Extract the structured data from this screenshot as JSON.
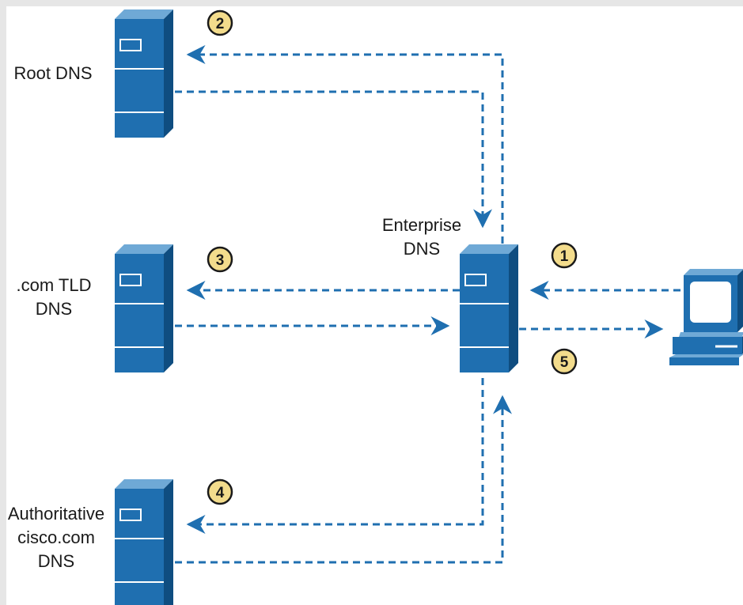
{
  "colors": {
    "server_front": "#1f6fb0",
    "server_side": "#0f4d80",
    "server_top": "#6fa9d6",
    "arrow": "#1f6fb0",
    "step_badge": "#f3dc8c",
    "page_background": "#e6e6e6",
    "canvas": "#ffffff"
  },
  "servers": {
    "root": {
      "label_line1": "Root DNS",
      "icon": "server-icon"
    },
    "tld": {
      "label_line1": ".com TLD",
      "label_line2": "DNS",
      "icon": "server-icon"
    },
    "enterprise": {
      "label_line1": "Enterprise",
      "label_line2": "DNS",
      "icon": "server-icon"
    },
    "authoritative": {
      "label_line1": "Authoritative",
      "label_line2": "cisco.com",
      "label_line3": "DNS",
      "icon": "server-icon"
    }
  },
  "client": {
    "icon": "computer-icon"
  },
  "steps": [
    "1",
    "2",
    "3",
    "4",
    "5"
  ]
}
